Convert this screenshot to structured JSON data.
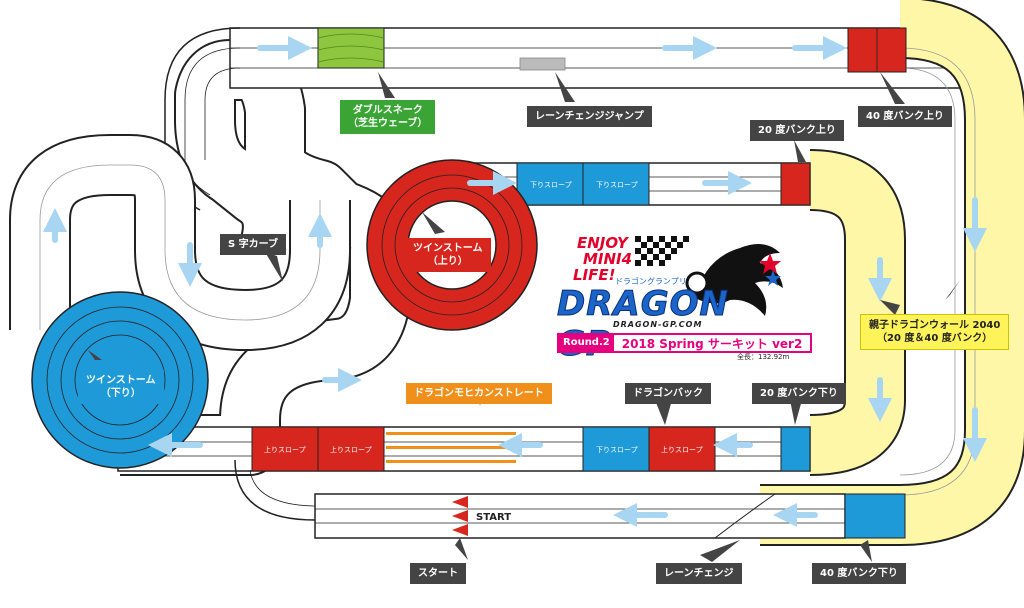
{
  "callouts": {
    "double_snake": "ダブルスネーク\n（芝生ウェーブ）",
    "lane_change_jump": "レーンチェンジジャンプ",
    "bank_40_up": "40 度バンク上り",
    "bank_20_up": "20 度バンク上り",
    "s_curve": "S 字カーブ",
    "twin_storm_up": "ツインストーム\n（上り）",
    "twin_storm_down": "ツインストーム\n（下り）",
    "oyako_dragon_wall": "親子ドラゴンウォール 2040\n（20 度＆40 度バンク）",
    "dragon_mohican": "ドラゴンモヒカンストレート",
    "dragon_back": "ドラゴンバック",
    "bank_20_down": "20 度バンク下り",
    "start": "スタート",
    "lane_change": "レーンチェンジ",
    "bank_40_down": "40 度バンク下り"
  },
  "segments": {
    "down_slope": "下りスロープ",
    "up_slope": "上りスロープ"
  },
  "start_label": "START",
  "logo": {
    "line1": "ENJOY",
    "line2": "MINI4",
    "line3": "LIFE!",
    "kana": "ドラゴングランプリ",
    "brand": "DRAGON GP",
    "url": "DRAGON-GP.COM"
  },
  "round": {
    "tag": "Round.2",
    "title": "2018 Spring サーキット ver2",
    "length": "全長：132.92m"
  },
  "colors": {
    "red": "#d7261e",
    "blue": "#1f9ad8",
    "yellow": "#fff7a8",
    "green": "#8fc63f",
    "orange": "#f0901b",
    "callout_dark": "#444444",
    "pink": "#e4007f"
  }
}
